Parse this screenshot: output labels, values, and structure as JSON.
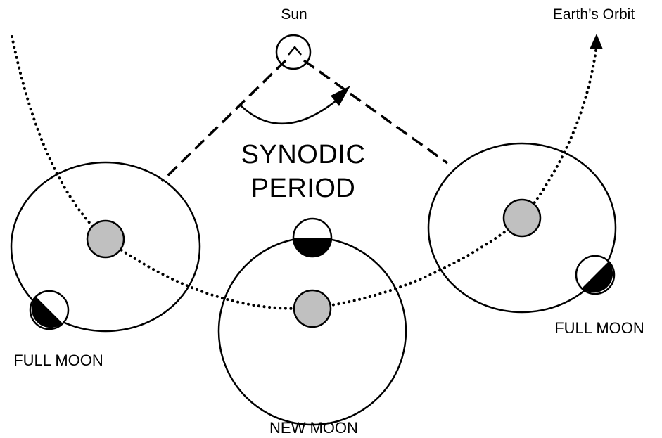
{
  "labels": {
    "sun": "Sun",
    "earths_orbit": "Earth’s Orbit",
    "title_line1": "SYNODIC",
    "title_line2": "PERIOD",
    "full_moon_left": "FULL MOON",
    "new_moon": "NEW MOON",
    "full_moon_right": "FULL MOON"
  },
  "colors": {
    "earth_fill": "#c0c0c0",
    "line": "#000000",
    "background": "#ffffff"
  }
}
